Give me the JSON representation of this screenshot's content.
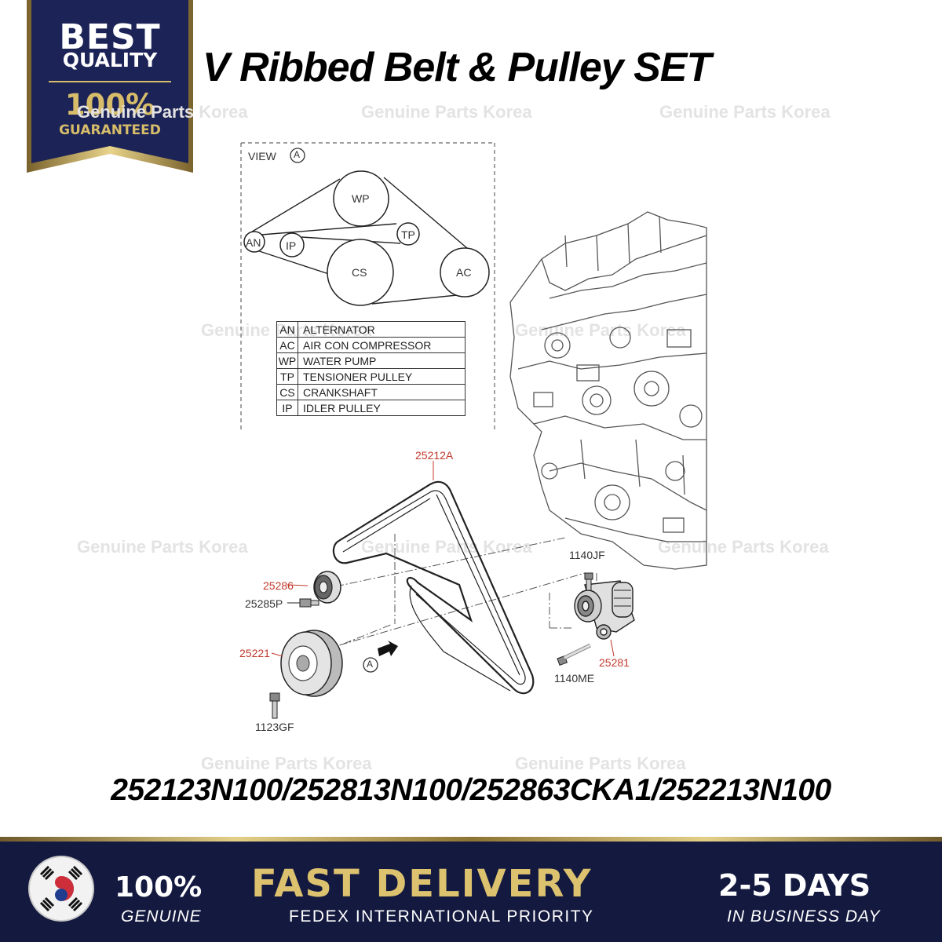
{
  "badge": {
    "line1": "BEST",
    "line2": "QUALITY",
    "line3": "100%",
    "line4": "GUARANTEED"
  },
  "title": "V Ribbed Belt & Pulley SET",
  "watermark": "Genuine Parts Korea",
  "view": {
    "label": "VIEW",
    "circle": "A",
    "pulleys": {
      "wp": "WP",
      "tp": "TP",
      "an": "AN",
      "ip": "IP",
      "cs": "CS",
      "ac": "AC"
    },
    "legend": [
      {
        "abbr": "AN",
        "name": "ALTERNATOR"
      },
      {
        "abbr": "AC",
        "name": "AIR CON COMPRESSOR"
      },
      {
        "abbr": "WP",
        "name": "WATER PUMP"
      },
      {
        "abbr": "TP",
        "name": "TENSIONER PULLEY"
      },
      {
        "abbr": "CS",
        "name": "CRANKSHAFT"
      },
      {
        "abbr": "IP",
        "name": "IDLER PULLEY"
      }
    ]
  },
  "parts": {
    "belt": "25212A",
    "idler": "25286",
    "idler_bolt": "25285P",
    "crank_pulley": "25221",
    "crank_bolt": "1123GF",
    "tensioner_bolt_top": "1140JF",
    "tensioner": "25281",
    "tensioner_bolt_bottom": "1140ME",
    "view_marker": "A"
  },
  "part_numbers": "252123N100/252813N100/252863CKA1/252213N100",
  "footer": {
    "genuine_big": "100%",
    "genuine_small": "GENUINE",
    "delivery_big": "FAST DELIVERY",
    "delivery_small": "FEDEX INTERNATIONAL PRIORITY",
    "days_big": "2-5 DAYS",
    "days_small": "IN BUSINESS DAY"
  },
  "colors": {
    "navy": "#14193f",
    "gold": "#dcc16f",
    "part_label_red": "#c0392b"
  }
}
